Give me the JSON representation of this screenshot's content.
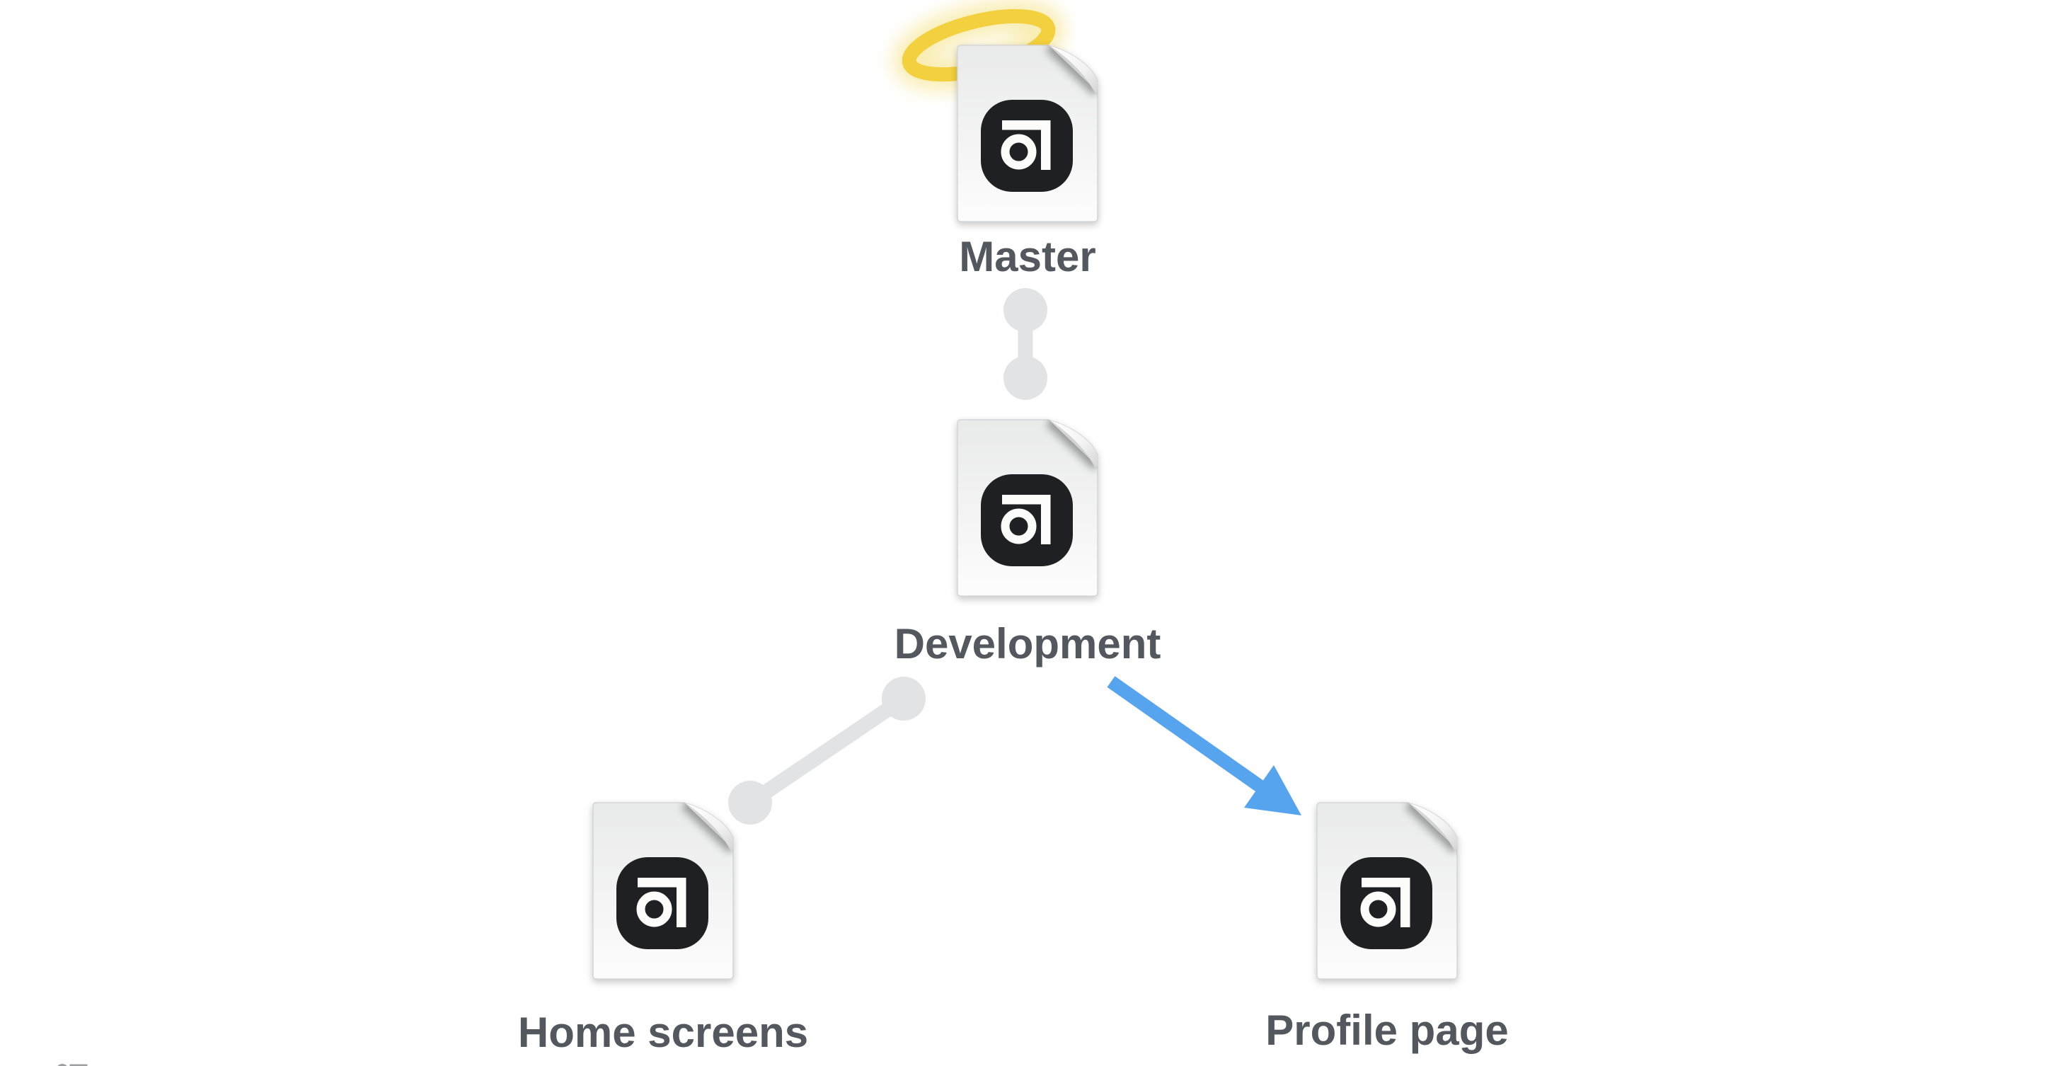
{
  "theme": {
    "background": "#ffffff",
    "halo_yellow": "#f3d03e",
    "halo_glow": "#f8eaa6",
    "arrow_blue": "#56a4ee",
    "connector_gray": "#e2e3e5",
    "label_gray": "#53585f",
    "logo_black": "#1f2023"
  },
  "nodes": [
    {
      "id": "master",
      "label": "Master",
      "icon": "abstract-file-icon",
      "decoration": "halo"
    },
    {
      "id": "development",
      "label": "Development",
      "icon": "abstract-file-icon",
      "decoration": ""
    },
    {
      "id": "home-screens",
      "label": "Home screens",
      "icon": "abstract-file-icon",
      "decoration": ""
    },
    {
      "id": "profile-page",
      "label": "Profile page",
      "icon": "abstract-file-icon",
      "decoration": ""
    }
  ],
  "edges": [
    {
      "from": "Master",
      "to": "Development",
      "style": "dot-link"
    },
    {
      "from": "Development",
      "to": "Home screens",
      "style": "dot-link"
    },
    {
      "from": "Development",
      "to": "Profile page",
      "style": "blue-arrow"
    }
  ]
}
